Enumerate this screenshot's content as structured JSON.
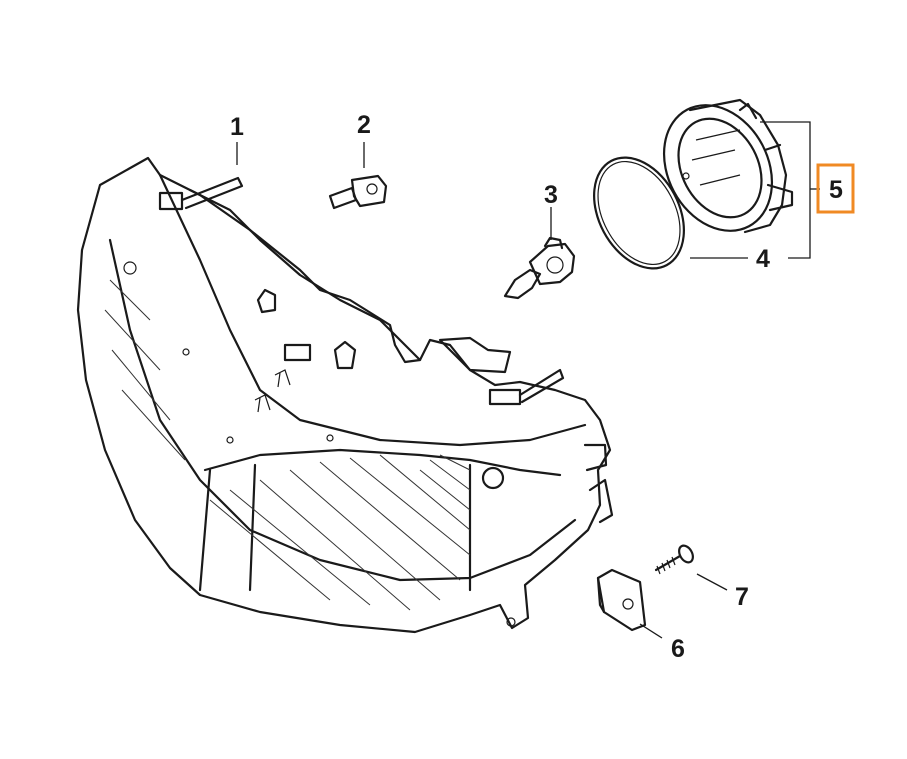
{
  "callouts": [
    {
      "id": "1",
      "text": "1",
      "part": "headlight-housing"
    },
    {
      "id": "2",
      "text": "2",
      "part": "parking-light-bulb"
    },
    {
      "id": "3",
      "text": "3",
      "part": "headlight-bulb"
    },
    {
      "id": "4",
      "text": "4",
      "part": "gasket-ring"
    },
    {
      "id": "5",
      "text": "5",
      "part": "cover-cap-assembly",
      "highlighted": true
    },
    {
      "id": "6",
      "text": "6",
      "part": "clip-nut"
    },
    {
      "id": "7",
      "text": "7",
      "part": "screw"
    }
  ],
  "colors": {
    "line": "#1a1a1a",
    "background": "#ffffff",
    "highlight": "#f08a24"
  }
}
